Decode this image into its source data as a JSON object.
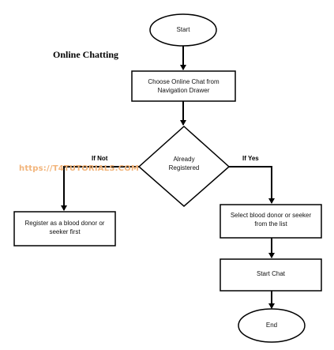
{
  "title": "Online Chatting",
  "watermark": "https://T4TUTORIALS.COM",
  "nodes": {
    "start": "Start",
    "choose": "Choose Online Chat from\nNavigation Drawer",
    "decision": "Already\nRegistered",
    "register": "Register as a blood donor or\nseeker first",
    "select": "Select blood donor or seeker\nfrom the list",
    "start_chat": "Start Chat",
    "end": "End"
  },
  "edges": {
    "if_not": "If Not",
    "if_yes": "If Yes"
  }
}
